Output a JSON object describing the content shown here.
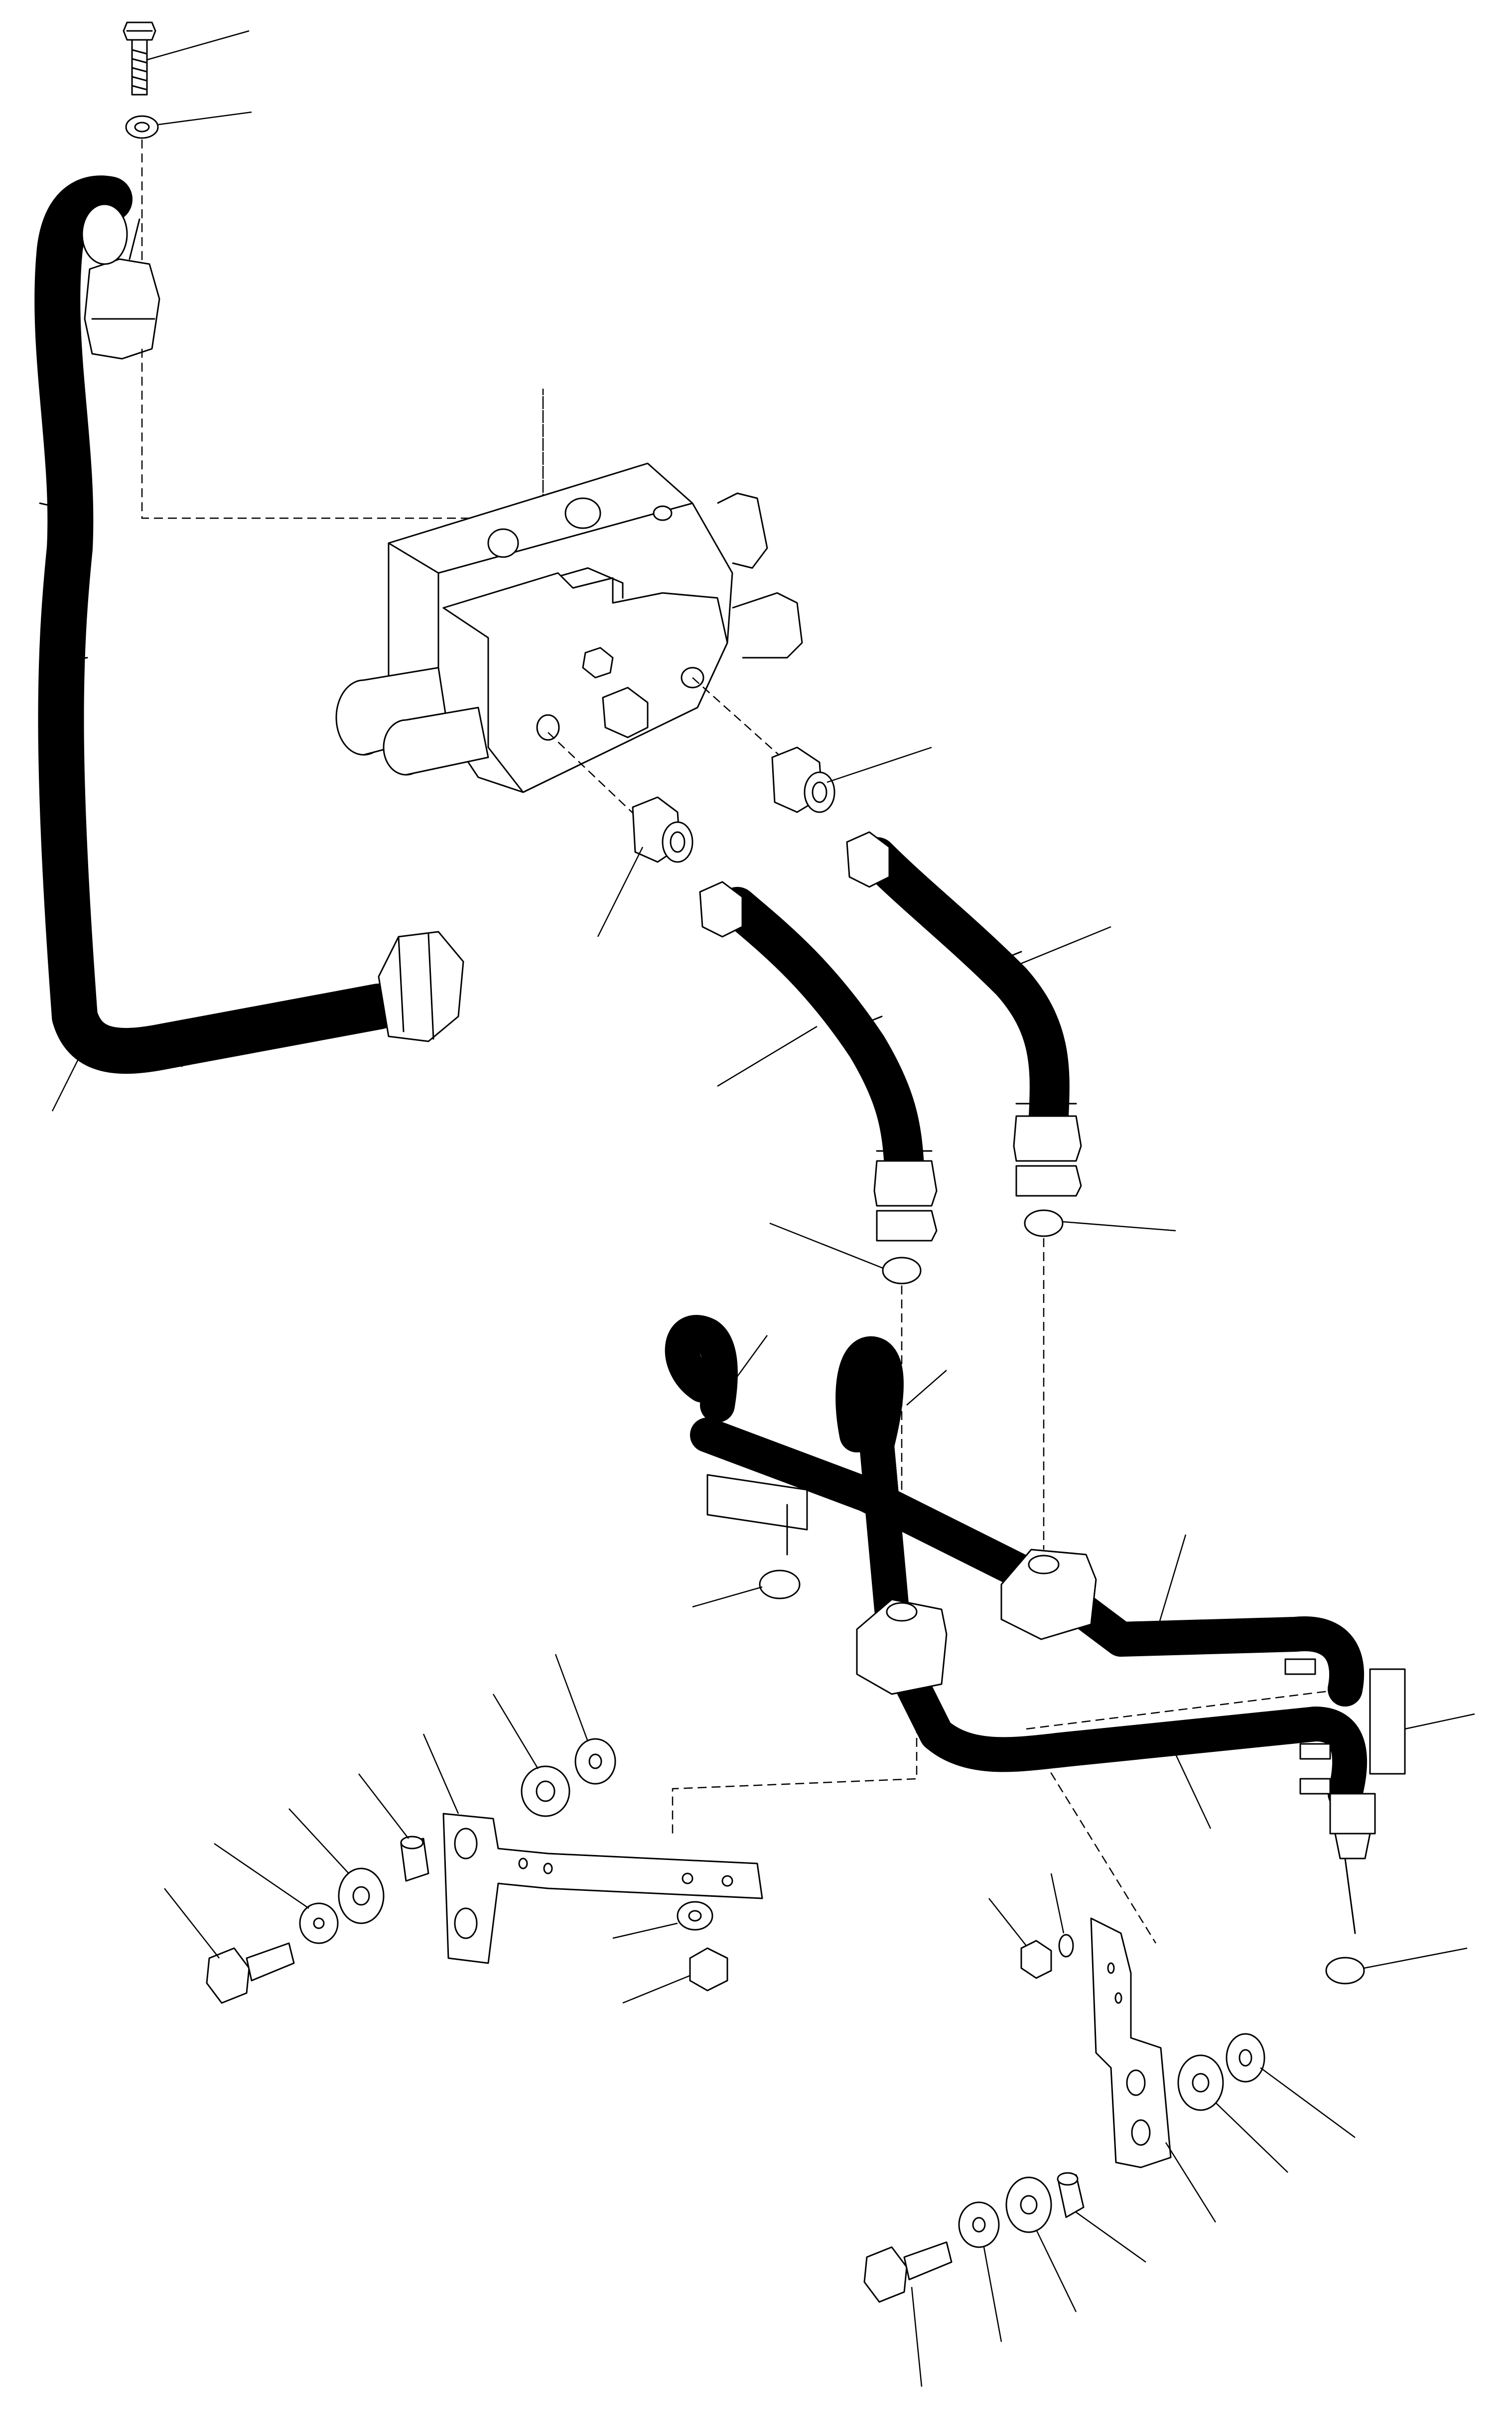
{
  "drawing": {
    "kind": "exploded parts view",
    "line_color": "#000000",
    "background": "#ffffff",
    "parts": [
      {
        "id": "bolt-top",
        "icon": "hex-bolt-icon"
      },
      {
        "id": "washer-top",
        "icon": "washer-icon"
      },
      {
        "id": "tube-left",
        "icon": "bent-tube-icon"
      },
      {
        "id": "valve-block",
        "icon": "control-valve-icon"
      },
      {
        "id": "fitting-left",
        "icon": "fitting-icon"
      },
      {
        "id": "fitting-right",
        "icon": "fitting-icon"
      },
      {
        "id": "hose-left",
        "icon": "hose-icon"
      },
      {
        "id": "hose-right",
        "icon": "hose-icon"
      },
      {
        "id": "oring-left",
        "icon": "o-ring-icon"
      },
      {
        "id": "oring-right",
        "icon": "o-ring-icon"
      },
      {
        "id": "tube-assembly",
        "icon": "tube-assembly-icon"
      },
      {
        "id": "bracket-left",
        "icon": "bracket-icon"
      },
      {
        "id": "bracket-right",
        "icon": "bracket-icon"
      },
      {
        "id": "hardware",
        "icon": "bolt-washer-nut-icon"
      }
    ]
  }
}
